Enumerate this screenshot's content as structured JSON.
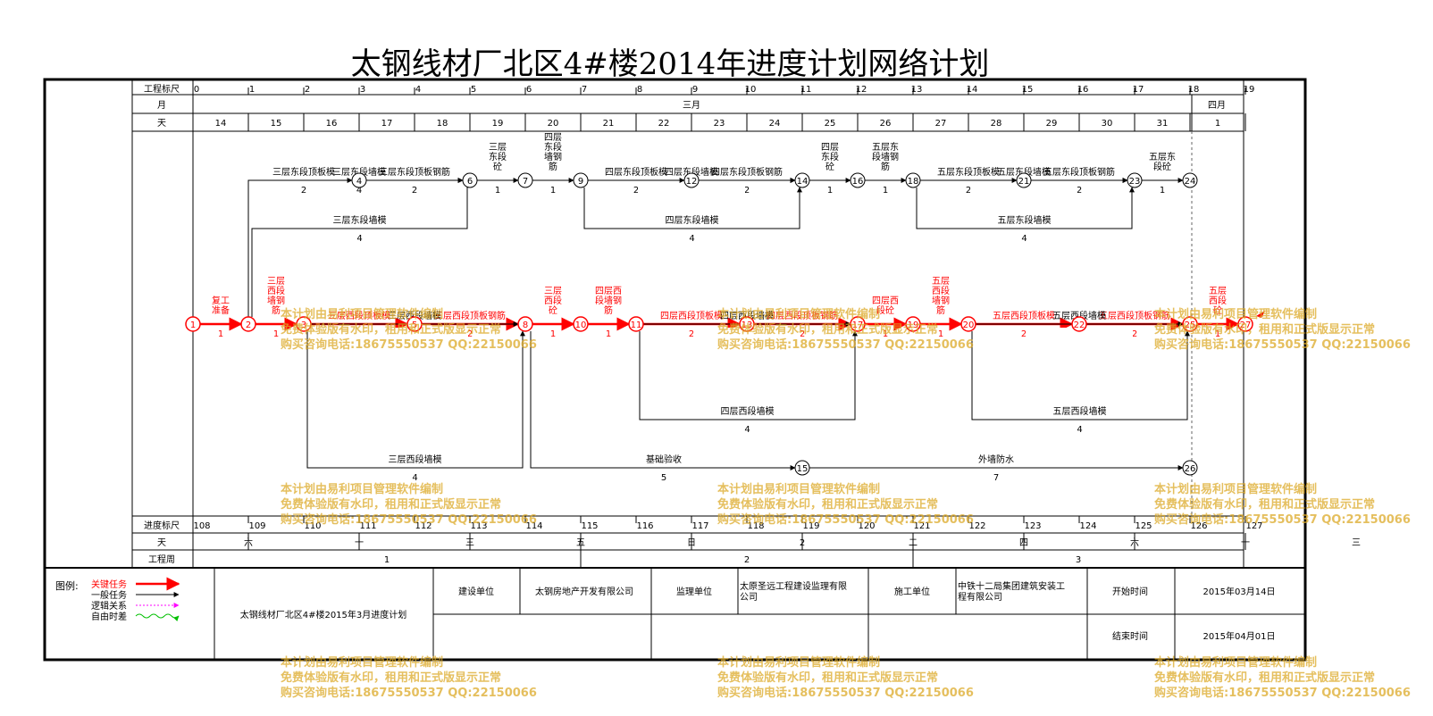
{
  "title": "太钢线材厂北区4#楼2014年进度计划网络计划",
  "colors": {
    "critical": "#ff0000",
    "normal": "#000000",
    "logic": "#ff00ff",
    "float": "#00c000",
    "watermark": "#dcaa28"
  },
  "header": {
    "scale_label": "工程标尺",
    "month_label": "月",
    "day_label": "天",
    "scale_ticks": [
      "0",
      "1",
      "2",
      "3",
      "4",
      "5",
      "6",
      "7",
      "8",
      "9",
      "10",
      "11",
      "12",
      "13",
      "14",
      "15",
      "16",
      "17",
      "18",
      "19"
    ],
    "months": [
      "三月",
      "四月"
    ],
    "days": [
      "14",
      "15",
      "16",
      "17",
      "18",
      "19",
      "20",
      "21",
      "22",
      "23",
      "24",
      "25",
      "26",
      "27",
      "28",
      "29",
      "30",
      "31",
      "1"
    ]
  },
  "footer": {
    "progress_label": "进度标尺",
    "weekday_label": "天",
    "week_label": "工程周",
    "progress_ticks": [
      "108",
      "109",
      "110",
      "111",
      "112",
      "113",
      "114",
      "115",
      "116",
      "117",
      "118",
      "119",
      "120",
      "121",
      "122",
      "123",
      "124",
      "125",
      "126",
      "127"
    ],
    "weekdays": [
      {
        "d": 1,
        "t": "六"
      },
      {
        "d": 3,
        "t": "一"
      },
      {
        "d": 5,
        "t": "三"
      },
      {
        "d": 7,
        "t": "五"
      },
      {
        "d": 9,
        "t": "日"
      },
      {
        "d": 11,
        "t": "2"
      },
      {
        "d": 13,
        "t": "二"
      },
      {
        "d": 15,
        "t": "四"
      },
      {
        "d": 17,
        "t": "六"
      },
      {
        "d": 19,
        "t": "一"
      },
      {
        "d": 21,
        "t": "三"
      }
    ],
    "weeks": [
      {
        "from": 0,
        "to": 7,
        "t": "1"
      },
      {
        "from": 7,
        "to": 13,
        "t": "2"
      },
      {
        "from": 13,
        "to": 19,
        "t": "3"
      }
    ]
  },
  "chart_data": {
    "type": "network",
    "nodes": [
      {
        "id": "1",
        "x": 0,
        "lane": "mid",
        "critical": true
      },
      {
        "id": "2",
        "x": 1,
        "lane": "mid",
        "critical": true
      },
      {
        "id": "3",
        "x": 2,
        "lane": "mid",
        "critical": true
      },
      {
        "id": "4",
        "x": 3,
        "lane": "top",
        "critical": false
      },
      {
        "id": "5",
        "x": 4,
        "lane": "mid",
        "critical": true
      },
      {
        "id": "6",
        "x": 5,
        "lane": "top",
        "critical": false
      },
      {
        "id": "7",
        "x": 6,
        "lane": "top",
        "critical": false
      },
      {
        "id": "8",
        "x": 6,
        "lane": "mid",
        "critical": true
      },
      {
        "id": "9",
        "x": 7,
        "lane": "top",
        "critical": false
      },
      {
        "id": "10",
        "x": 7,
        "lane": "mid",
        "critical": true
      },
      {
        "id": "11",
        "x": 8,
        "lane": "mid",
        "critical": true
      },
      {
        "id": "12",
        "x": 9,
        "lane": "top",
        "critical": false
      },
      {
        "id": "13",
        "x": 10,
        "lane": "mid",
        "critical": true
      },
      {
        "id": "14",
        "x": 11,
        "lane": "top",
        "critical": false
      },
      {
        "id": "15",
        "x": 11,
        "lane": "bottom",
        "critical": false
      },
      {
        "id": "16",
        "x": 12,
        "lane": "top",
        "critical": false
      },
      {
        "id": "17",
        "x": 12,
        "lane": "mid",
        "critical": true
      },
      {
        "id": "18",
        "x": 13,
        "lane": "top",
        "critical": false
      },
      {
        "id": "19",
        "x": 13,
        "lane": "mid",
        "critical": true
      },
      {
        "id": "20",
        "x": 14,
        "lane": "mid",
        "critical": true
      },
      {
        "id": "21",
        "x": 15,
        "lane": "top",
        "critical": false
      },
      {
        "id": "22",
        "x": 16,
        "lane": "mid",
        "critical": true
      },
      {
        "id": "23",
        "x": 17,
        "lane": "top",
        "critical": false
      },
      {
        "id": "24",
        "x": 18,
        "lane": "top",
        "critical": false
      },
      {
        "id": "25",
        "x": 18,
        "lane": "mid",
        "critical": true
      },
      {
        "id": "26",
        "x": 18,
        "lane": "bottom",
        "critical": false
      },
      {
        "id": "27",
        "x": 19,
        "lane": "mid",
        "critical": true
      }
    ],
    "activities": [
      {
        "from": "1",
        "to": "2",
        "name": "复工\n准备",
        "dur": "1",
        "critical": true
      },
      {
        "from": "2",
        "to": "3",
        "name": "三层\n西段\n墙钢\n筋",
        "dur": "1",
        "critical": true
      },
      {
        "from": "3",
        "to": "5",
        "name": "三层西段顶板模",
        "dur": "2",
        "critical": true
      },
      {
        "from": "5",
        "to": "8",
        "name": "三层西段顶板钢筋",
        "dur": "2",
        "critical": true
      },
      {
        "from": "8",
        "to": "10",
        "name": "三层\n西段\n砼",
        "dur": "1",
        "critical": true
      },
      {
        "from": "10",
        "to": "11",
        "name": "四层西\n段墙钢\n筋",
        "dur": "1",
        "critical": true
      },
      {
        "from": "11",
        "to": "13",
        "name": "四层西段顶板模",
        "dur": "2",
        "critical": true
      },
      {
        "from": "13",
        "to": "17",
        "name": "四层西段顶板钢筋",
        "dur": "2",
        "critical": true
      },
      {
        "from": "17",
        "to": "19",
        "name": "四层西\n段砼",
        "dur": "1",
        "critical": true
      },
      {
        "from": "19",
        "to": "20",
        "name": "五层\n西段\n墙钢\n筋",
        "dur": "1",
        "critical": true
      },
      {
        "from": "20",
        "to": "22",
        "name": "五层西段顶板模",
        "dur": "2",
        "critical": true
      },
      {
        "from": "22",
        "to": "25",
        "name": "五层西段顶板钢筋",
        "dur": "2",
        "critical": true
      },
      {
        "from": "25",
        "to": "27",
        "name": "五层\n西段\n砼",
        "dur": "1",
        "critical": true
      },
      {
        "from": "2",
        "to": "4",
        "name": "三层东段顶板模",
        "dur": "2",
        "critical": false
      },
      {
        "from": "4",
        "to": "6",
        "name": "三层东段顶板钢筋",
        "dur": "2",
        "critical": false
      },
      {
        "from": "2",
        "to": "6",
        "name": "三层东段墙模",
        "dur": "4",
        "critical": false
      },
      {
        "from": "6",
        "to": "7",
        "name": "三层\n东段\n砼",
        "dur": "1",
        "critical": false
      },
      {
        "from": "7",
        "to": "9",
        "name": "四层\n东段\n墙钢\n筋",
        "dur": "1",
        "critical": false
      },
      {
        "from": "9",
        "to": "12",
        "name": "四层东段顶板模",
        "dur": "2",
        "critical": false
      },
      {
        "from": "12",
        "to": "14",
        "name": "四层东段顶板钢筋",
        "dur": "2",
        "critical": false
      },
      {
        "from": "9",
        "to": "14",
        "name": "四层东段墙模",
        "dur": "4",
        "critical": false
      },
      {
        "from": "14",
        "to": "16",
        "name": "四层\n东段\n砼",
        "dur": "1",
        "critical": false
      },
      {
        "from": "16",
        "to": "18",
        "name": "五层东\n段墙钢\n筋",
        "dur": "1",
        "critical": false
      },
      {
        "from": "18",
        "to": "21",
        "name": "五层东段顶板模",
        "dur": "2",
        "critical": false
      },
      {
        "from": "21",
        "to": "23",
        "name": "五层东段顶板钢筋",
        "dur": "2",
        "critical": false
      },
      {
        "from": "18",
        "to": "23",
        "name": "五层东段墙模",
        "dur": "4",
        "critical": false
      },
      {
        "from": "23",
        "to": "24",
        "name": "五层东\n段砼",
        "dur": "1",
        "critical": false
      },
      {
        "from": "3",
        "to": "8",
        "name": "三层西段墙模",
        "dur": "4",
        "critical": false
      },
      {
        "from": "11",
        "to": "17",
        "name": "四层西段墙模",
        "dur": "4",
        "critical": false
      },
      {
        "from": "20",
        "to": "25",
        "name": "五层西段墙模",
        "dur": "4",
        "critical": false
      },
      {
        "from": "8",
        "to": "15",
        "name": "基础验收",
        "dur": "5",
        "critical": false
      },
      {
        "from": "15",
        "to": "26",
        "name": "外墙防水",
        "dur": "7",
        "critical": false
      }
    ]
  },
  "legend": {
    "label": "图例:",
    "items": [
      {
        "text": "关键任务",
        "kind": "critical"
      },
      {
        "text": "一般任务",
        "kind": "normal"
      },
      {
        "text": "逻辑关系",
        "kind": "logic"
      },
      {
        "text": "自由时差",
        "kind": "float"
      }
    ]
  },
  "info": {
    "plan_name": "太钢线材厂北区4#楼2015年3月进度计划",
    "build_label": "建设单位",
    "build_value": "太钢房地产开发有限公司",
    "supervise_label": "监理单位",
    "supervise_value": "太原圣远工程建设监理有限\n公司",
    "construct_label": "施工单位",
    "construct_value": "中铁十二局集团建筑安装工\n程有限公司",
    "start_label": "开始时间",
    "start_value": "2015年03月14日",
    "end_label": "结束时间",
    "end_value": "2015年04月01日"
  },
  "watermark": [
    "本计划由易利项目管理软件编制",
    "免费体验版有水印，租用和正式版显示正常",
    "购买咨询电话:18675550537 QQ:22150066"
  ]
}
